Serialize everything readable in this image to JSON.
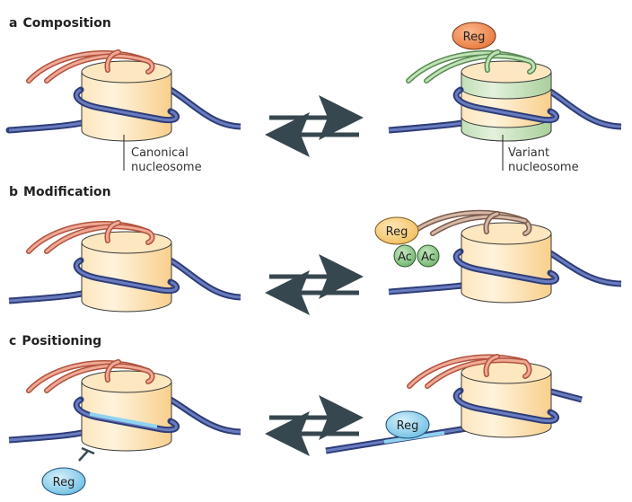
{
  "figure": {
    "panels": [
      {
        "letter": "a",
        "title": "Composition",
        "left_label": [
          "Canonical",
          "nucleosome"
        ],
        "right_label": [
          "Variant",
          "nucleosome"
        ],
        "right_regulator": "Reg"
      },
      {
        "letter": "b",
        "title": "Modification",
        "right_regulator": "Reg",
        "marks": [
          "Ac",
          "Ac"
        ]
      },
      {
        "letter": "c",
        "title": "Positioning",
        "left_regulator": "Reg",
        "right_regulator": "Reg"
      }
    ],
    "colors": {
      "histone_core": "#fbe0b0",
      "histone_variant": "#c8e3c0",
      "dna": "#4a5b9a",
      "tail_canonical": "#e8907a",
      "tail_variant": "#a8d3a0",
      "tail_modified": "#c9a898",
      "reg_orange": "#f08a50",
      "reg_yellow": "#f7cf80",
      "reg_blue": "#8fcfea",
      "acetyl": "#8cc88a",
      "arrow": "#37474f",
      "exposed_dna": "#7ec8e8"
    }
  }
}
